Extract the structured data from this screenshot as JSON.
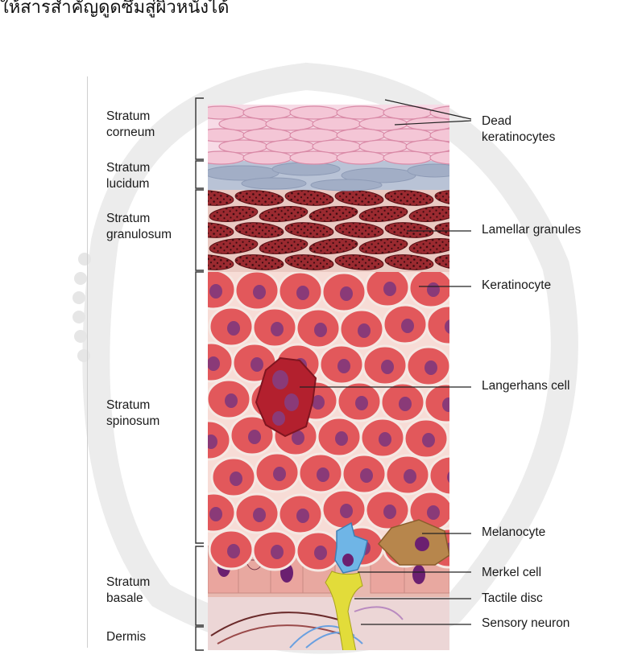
{
  "header_text": "ให้สารสำคัญดูดซึมสู่ผิวหนังได้",
  "layers": [
    {
      "id": "corneum",
      "label": "Stratum\ncorneum"
    },
    {
      "id": "lucidum",
      "label": "Stratum\nlucidum"
    },
    {
      "id": "granulosum",
      "label": "Stratum\ngranulosum"
    },
    {
      "id": "spinosum",
      "label": "Stratum\nspinosum"
    },
    {
      "id": "basale",
      "label": "Stratum\nbasale"
    },
    {
      "id": "dermis",
      "label": "Dermis"
    }
  ],
  "callouts": [
    {
      "id": "dead-keratinocytes",
      "label": "Dead\nkeratinocytes"
    },
    {
      "id": "lamellar-granules",
      "label": "Lamellar granules"
    },
    {
      "id": "keratinocyte",
      "label": "Keratinocyte"
    },
    {
      "id": "langerhans-cell",
      "label": "Langerhans cell"
    },
    {
      "id": "melanocyte",
      "label": "Melanocyte"
    },
    {
      "id": "merkel-cell",
      "label": "Merkel cell"
    },
    {
      "id": "tactile-disc",
      "label": "Tactile disc"
    },
    {
      "id": "sensory-neuron",
      "label": "Sensory neuron"
    }
  ],
  "colors": {
    "corneum": "#f4c6d6",
    "lucidum": "#b9c3d6",
    "granulosum": "#9b2a30",
    "spinosum": "#e2585b",
    "nucleus": "#8a3a78",
    "langerhans": "#b3202e",
    "melanocyte": "#b7864c",
    "merkel": "#6fb5e6",
    "neuron": "#e2dc3a",
    "dermis": "#ecd6d6",
    "watermark": "#e9e9e9"
  }
}
